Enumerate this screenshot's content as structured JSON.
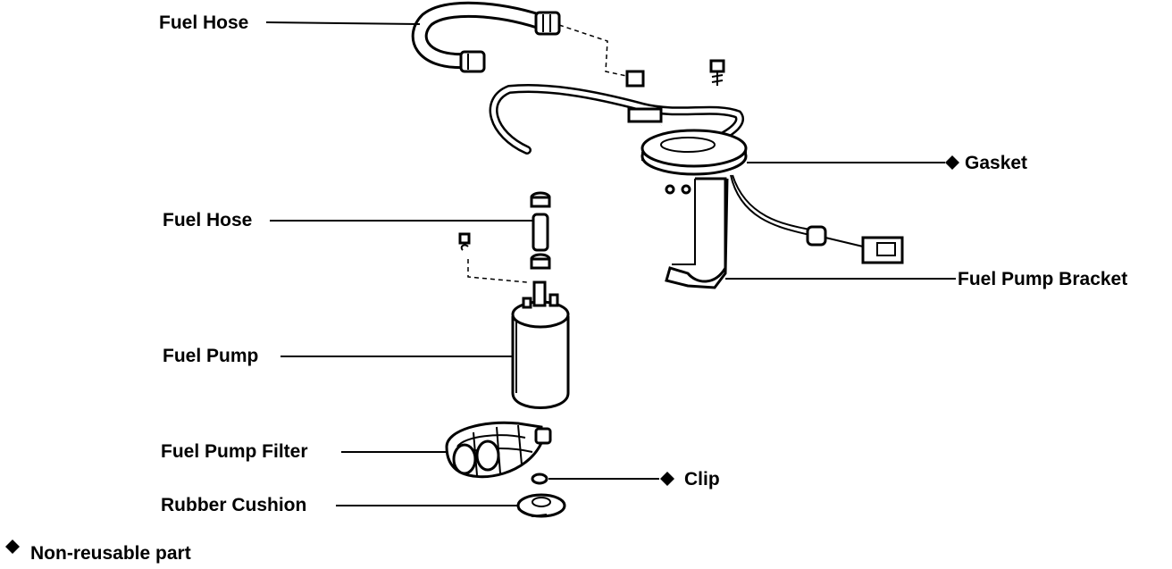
{
  "labels": {
    "fuel_hose_top": "Fuel Hose",
    "fuel_hose_mid": "Fuel Hose",
    "fuel_pump": "Fuel Pump",
    "fuel_pump_filter": "Fuel Pump Filter",
    "rubber_cushion": "Rubber Cushion",
    "gasket": "Gasket",
    "fuel_pump_bracket": "Fuel Pump Bracket",
    "clip": "Clip"
  },
  "legend": {
    "symbol_icon": "diamond-icon",
    "text": "Non-reusable part"
  }
}
